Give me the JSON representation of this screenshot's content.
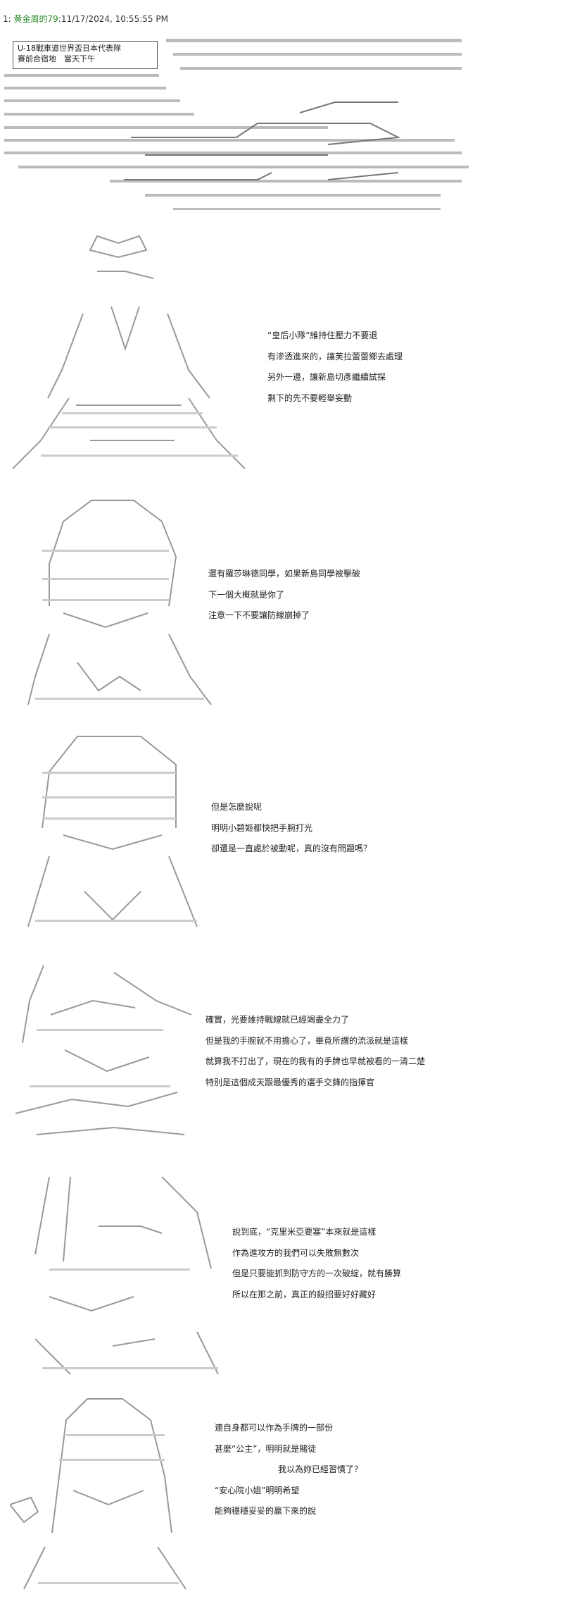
{
  "header": {
    "number": "1",
    "author": "黄金周的79",
    "datetime": ":11/17/2024, 10:55:55 PM"
  },
  "title_box": {
    "line1": "U-18戰車道世界盃日本代表隊",
    "line2": "賽前合宿地　當天下午"
  },
  "panels": [
    {
      "lines": [
        "“皇后小隊”維持住壓力不要退",
        "有滲透進來的，讓芙拉蕾蕾鄉去處理",
        "另外一邊，讓新島切彥繼續試探",
        "剩下的先不要輕舉妄動"
      ]
    },
    {
      "lines": [
        "還有羅莎琳德同學，如果新島同學被擊破",
        "下一個大概就是你了",
        "注意一下不要讓防線崩掉了"
      ]
    },
    {
      "lines": [
        "但是怎麼說呢",
        "明明小碧姬都快把手腕打光",
        "卻還是一直處於被動呢，真的沒有問題嗎？"
      ]
    },
    {
      "lines": [
        "確實，光要維持戰線就已經竭盡全力了",
        "但是我的手腕就不用擔心了，畢竟所謂的流派就是這樣",
        "就算我不打出了，現在的我有的手牌也早就被看的一清二楚",
        "特別是這個成天跟最優秀的選手交鋒的指揮官"
      ]
    },
    {
      "lines": [
        "說到底，“克里米亞要塞”本來就是這樣",
        "作為進攻方的我們可以失敗無數次",
        "但是只要能抓到防守方的一次破綻，就有勝算",
        "所以在那之前，真正的殺招要好好藏好"
      ]
    },
    {
      "lines": [
        "連自身都可以作為手牌的一部份",
        "甚麼“公主”，明明就是賭徒",
        "我以為妳已經習慣了？",
        "“安心院小姐”明明希望",
        "能夠穩穩妥妥的贏下來的說"
      ]
    }
  ]
}
